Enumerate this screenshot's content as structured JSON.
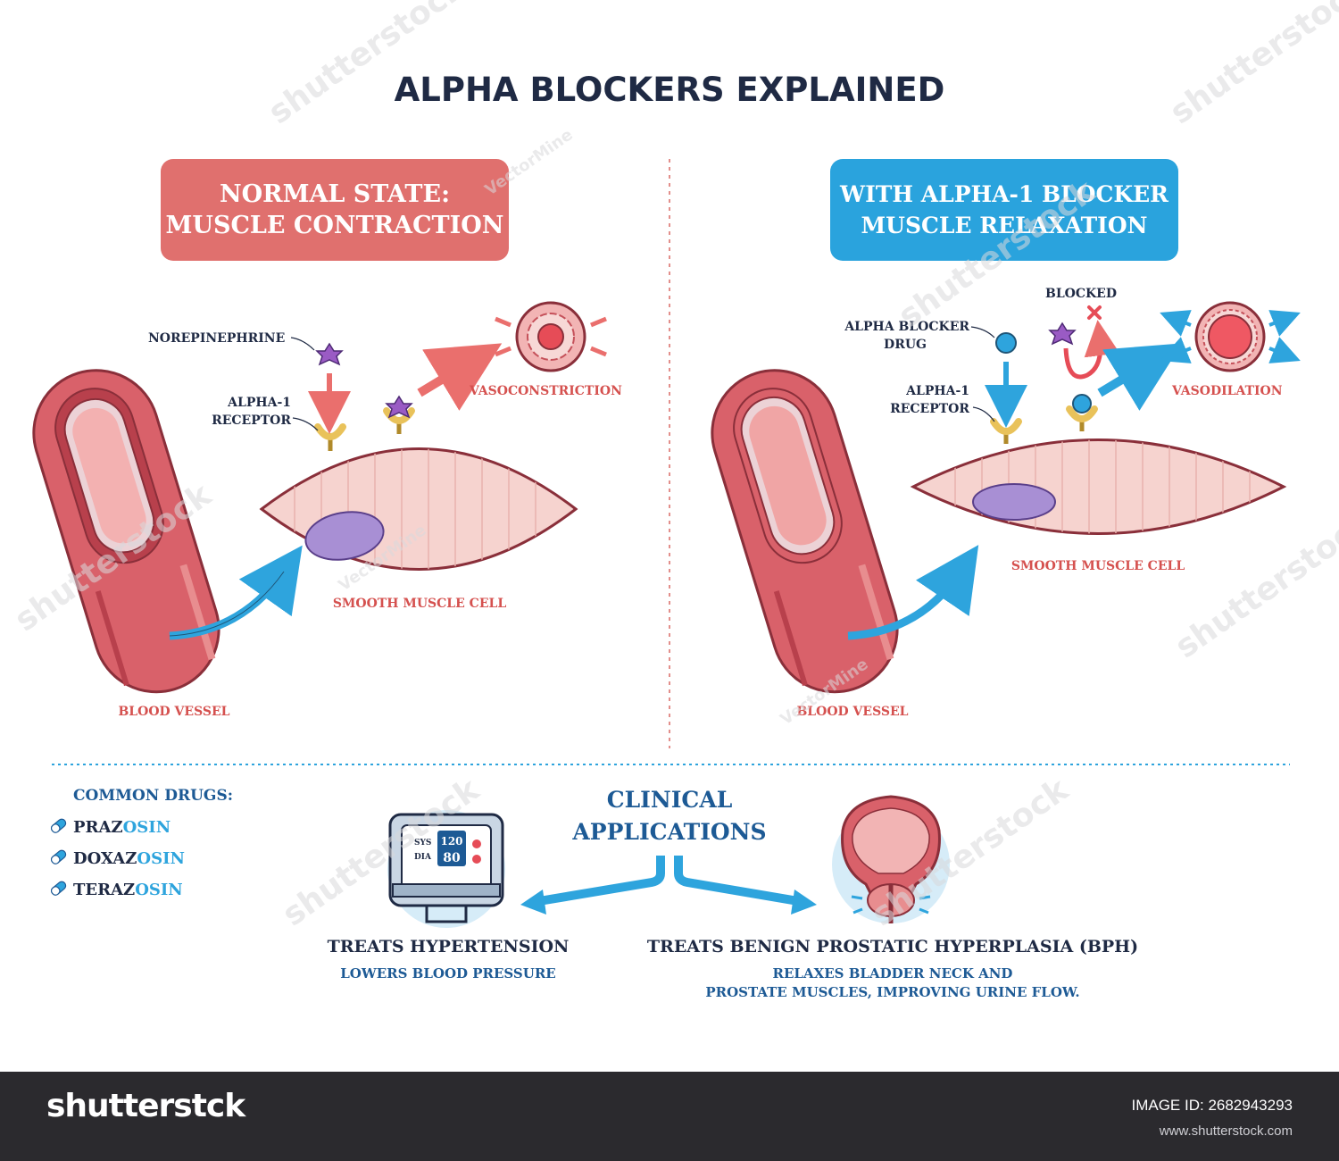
{
  "title": "ALPHA BLOCKERS EXPLAINED",
  "left_panel": {
    "heading_line1": "NORMAL STATE:",
    "heading_line2": "MUSCLE CONTRACTION",
    "heading_color": "#e0706e",
    "label_norepinephrine": "NOREPINEPHRINE",
    "label_receptor_line1": "ALPHA-1",
    "label_receptor_line2": "RECEPTOR",
    "label_vasoconstriction": "VASOCONSTRICTION",
    "label_smooth_muscle": "SMOOTH MUSCLE CELL",
    "label_blood_vessel": "BLOOD VESSEL"
  },
  "right_panel": {
    "heading_line1": "WITH ALPHA-1 BLOCKER",
    "heading_line2": "MUSCLE RELAXATION",
    "heading_color": "#2aa3dd",
    "label_blocked": "BLOCKED",
    "label_drug_line1": "ALPHA BLOCKER",
    "label_drug_line2": "DRUG",
    "label_receptor_line1": "ALPHA-1",
    "label_receptor_line2": "RECEPTOR",
    "label_vasodilation": "VASODILATION",
    "label_smooth_muscle": "SMOOTH MUSCLE CELL",
    "label_blood_vessel": "BLOOD VESSEL"
  },
  "drugs": {
    "heading": "COMMON DRUGS:",
    "items": [
      {
        "prefix": "PRAZ",
        "suffix": "OSIN"
      },
      {
        "prefix": "DOXAZ",
        "suffix": "OSIN"
      },
      {
        "prefix": "TERAZ",
        "suffix": "OSIN"
      }
    ]
  },
  "clinical": {
    "heading_line1": "CLINICAL",
    "heading_line2": "APPLICATIONS",
    "monitor": {
      "sys_label": "SYS",
      "dia_label": "DIA",
      "sys_value": "120",
      "dia_value": "80"
    },
    "hypertension_title": "TREATS HYPERTENSION",
    "hypertension_desc": "LOWERS BLOOD PRESSURE",
    "bph_title": "TREATS BENIGN PROSTATIC HYPERPLASIA (BPH)",
    "bph_desc_line1": "RELAXES BLADDER NECK AND",
    "bph_desc_line2": "PROSTATE MUSCLES, IMPROVING URINE FLOW."
  },
  "watermarks": {
    "brand": "shutterstock",
    "author": "VectorMine"
  },
  "footer": {
    "logo": "shutterst⁠ck",
    "image_id": "IMAGE ID: 2682943293",
    "site": "www.shutterstock.com"
  },
  "colors": {
    "navy": "#1f2a44",
    "dark_blue_text": "#1d5a95",
    "red_text": "#d5514f",
    "blue_arrow": "#2ea4dd",
    "red_arrow": "#ea6f6d",
    "vessel": "#d9616a",
    "muscle": "#f6d3cf",
    "nucleus": "#a88fd4",
    "receptor": "#e9c25a"
  }
}
